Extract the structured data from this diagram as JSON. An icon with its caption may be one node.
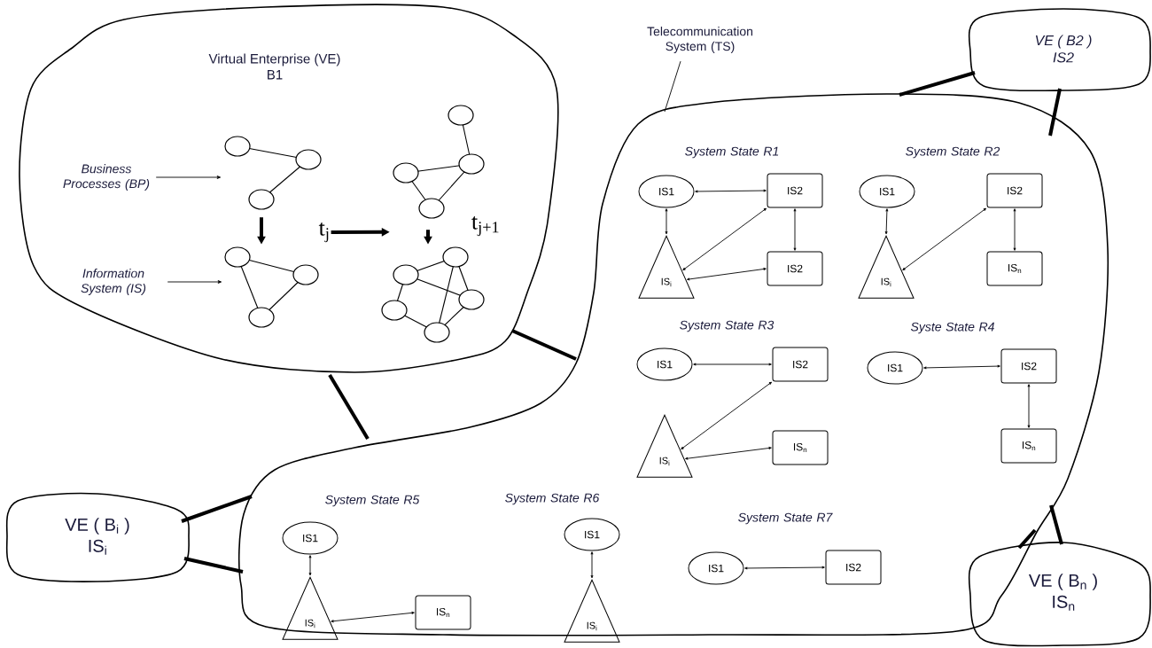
{
  "diagram": {
    "nodes": [
      {
        "text": [
          "Virtual Enterprise (VE)",
          "B1"
        ]
      },
      {
        "text": [
          "Business Processes (BP)"
        ],
        "in": 0
      },
      {
        "text": [],
        "shape": "picture",
        "in": 0
      },
      {
        "text": [],
        "shape": "picture",
        "in": 0
      },
      {
        "text": [
          "Information System (IS)"
        ],
        "in": 0
      },
      {
        "text": [],
        "shape": "picture",
        "in": 0
      },
      {
        "text": [],
        "shape": "picture",
        "in": 0
      },
      {
        "text": [
          "Telecommunication System (TS)"
        ]
      },
      {
        "text": [
          "VE ( B2 )",
          "IS2"
        ]
      },
      {
        "text": [],
        "shape": "cloud"
      },
      {
        "text": [
          "IS1"
        ],
        "in": 9
      },
      {
        "text": [
          "IS2"
        ],
        "in": 9
      },
      {
        "text": [
          "IS$_{i}$"
        ],
        "in": 9
      },
      {
        "text": [
          "IS2"
        ],
        "in": 9
      },
      {
        "text": [
          "IS1"
        ],
        "in": 9
      },
      {
        "text": [
          "IS2"
        ],
        "in": 9
      },
      {
        "text": [
          "IS$_{i}$"
        ],
        "in": 9
      },
      {
        "text": [
          "IS$_{n}$"
        ],
        "in": 9
      },
      {
        "text": [
          "IS1"
        ],
        "in": 9
      },
      {
        "text": [
          "IS2"
        ],
        "in": 9
      },
      {
        "text": [
          "IS$_{i}$"
        ],
        "in": 9
      },
      {
        "text": [
          "IS$_{n}$"
        ],
        "in": 9
      },
      {
        "text": [
          "IS1"
        ],
        "in": 9
      },
      {
        "text": [
          "IS2"
        ],
        "in": 9
      },
      {
        "text": [
          "IS$_{n}$"
        ],
        "in": 9
      },
      {
        "text": [
          "IS1"
        ],
        "in": 9
      },
      {
        "text": [
          "IS$_{i}$"
        ],
        "in": 9
      },
      {
        "text": [
          "IS$_{n}$"
        ],
        "in": 9
      },
      {
        "text": [
          "IS1"
        ],
        "in": 9
      },
      {
        "text": [
          "IS$_{i}$"
        ],
        "in": 9
      },
      {
        "text": [
          "IS1"
        ],
        "in": 9
      },
      {
        "text": [
          "IS2"
        ],
        "in": 9
      },
      {
        "text": [
          "VE ( B$_{i}$ )",
          "IS$_{i}$"
        ]
      },
      {
        "text": [
          "VE ( B$_{n}$ )",
          "IS$_{n}$"
        ]
      },
      {
        "text": [
          "t$_{j}$"
        ],
        "in": 0
      }
    ],
    "edges": [
      {
        "from": 1,
        "to": 2,
        "arrow": "to"
      },
      {
        "from": 4,
        "to": 5,
        "arrow": "to"
      },
      {
        "from": 2,
        "to": 5,
        "arrow": "to",
        "style": "thick"
      },
      {
        "from": 3,
        "to": 6,
        "arrow": "to",
        "style": "thick"
      },
      {
        "from": 34,
        "to": 6,
        "arrow": "to",
        "style": "thick"
      },
      {
        "from": 7,
        "to": 9,
        "arrow": "none"
      },
      {
        "from": 0,
        "to": 9,
        "arrow": "none",
        "style": "thick"
      },
      {
        "from": 0,
        "to": 9,
        "arrow": "none",
        "style": "thick"
      },
      {
        "from": 8,
        "to": 9,
        "arrow": "none",
        "style": "thick"
      },
      {
        "from": 8,
        "to": 9,
        "arrow": "none",
        "style": "thick"
      },
      {
        "from": 10,
        "to": 11,
        "arrow": "both"
      },
      {
        "from": 10,
        "to": 12,
        "arrow": "both"
      },
      {
        "from": 12,
        "to": 11,
        "arrow": "both"
      },
      {
        "from": 11,
        "to": 13,
        "arrow": "both"
      },
      {
        "from": 12,
        "to": 13,
        "arrow": "both"
      },
      {
        "from": 14,
        "to": 16,
        "arrow": "both"
      },
      {
        "from": 16,
        "to": 15,
        "arrow": "both"
      },
      {
        "from": 15,
        "to": 17,
        "arrow": "both"
      },
      {
        "from": 18,
        "to": 19,
        "arrow": "both"
      },
      {
        "from": 20,
        "to": 19,
        "arrow": "both"
      },
      {
        "from": 20,
        "to": 21,
        "arrow": "both"
      },
      {
        "from": 22,
        "to": 23,
        "arrow": "both"
      },
      {
        "from": 23,
        "to": 24,
        "arrow": "both"
      },
      {
        "from": 25,
        "to": 26,
        "arrow": "both"
      },
      {
        "from": 26,
        "to": 27,
        "arrow": "both"
      },
      {
        "from": 28,
        "to": 29,
        "arrow": "both"
      },
      {
        "from": 30,
        "to": 31,
        "arrow": "both"
      },
      {
        "from": 32,
        "to": 9,
        "arrow": "none",
        "style": "thick"
      },
      {
        "from": 32,
        "to": 9,
        "arrow": "none",
        "style": "thick"
      },
      {
        "from": 33,
        "to": 9,
        "arrow": "none",
        "style": "thick"
      },
      {
        "from": 33,
        "to": 9,
        "arrow": "none",
        "style": "thick"
      }
    ],
    "labels": [
      "t$_{j+1}$",
      "System State R1",
      "System State R2",
      "System State R3",
      "Syste State R4",
      "System State R5",
      "System State R6",
      "System State R7"
    ]
  }
}
